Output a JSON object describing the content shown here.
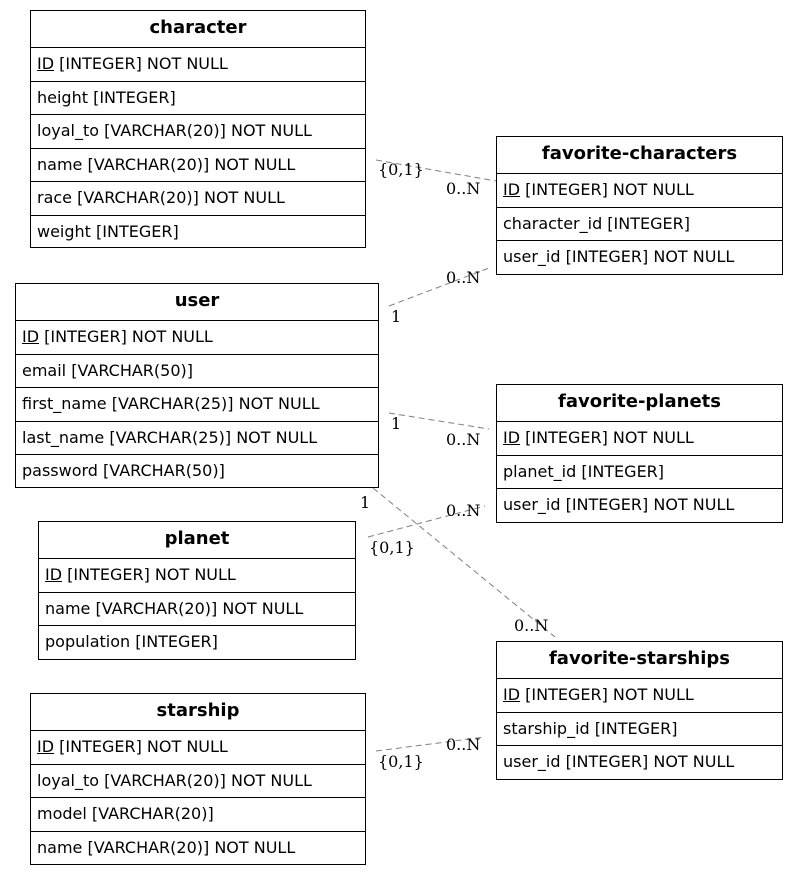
{
  "entities": {
    "character": {
      "title": "character",
      "attrs": [
        {
          "pk": "ID",
          "rest": " [INTEGER] NOT NULL"
        },
        {
          "text": "height [INTEGER]"
        },
        {
          "text": "loyal_to [VARCHAR(20)] NOT NULL"
        },
        {
          "text": "name [VARCHAR(20)] NOT NULL"
        },
        {
          "text": "race [VARCHAR(20)] NOT NULL"
        },
        {
          "text": "weight [INTEGER]"
        }
      ]
    },
    "user": {
      "title": "user",
      "attrs": [
        {
          "pk": "ID",
          "rest": " [INTEGER] NOT NULL"
        },
        {
          "text": "email [VARCHAR(50)]"
        },
        {
          "text": "first_name [VARCHAR(25)] NOT NULL"
        },
        {
          "text": "last_name [VARCHAR(25)] NOT NULL"
        },
        {
          "text": "password [VARCHAR(50)]"
        }
      ]
    },
    "planet": {
      "title": "planet",
      "attrs": [
        {
          "pk": "ID",
          "rest": " [INTEGER] NOT NULL"
        },
        {
          "text": "name [VARCHAR(20)] NOT NULL"
        },
        {
          "text": "population [INTEGER]"
        }
      ]
    },
    "starship": {
      "title": "starship",
      "attrs": [
        {
          "pk": "ID",
          "rest": " [INTEGER] NOT NULL"
        },
        {
          "text": "loyal_to [VARCHAR(20)] NOT NULL"
        },
        {
          "text": "model [VARCHAR(20)]"
        },
        {
          "text": "name [VARCHAR(20)] NOT NULL"
        }
      ]
    },
    "favorite_characters": {
      "title": "favorite-characters",
      "attrs": [
        {
          "pk": "ID",
          "rest": " [INTEGER] NOT NULL"
        },
        {
          "text": "character_id [INTEGER]"
        },
        {
          "text": "user_id [INTEGER] NOT NULL"
        }
      ]
    },
    "favorite_planets": {
      "title": "favorite-planets",
      "attrs": [
        {
          "pk": "ID",
          "rest": " [INTEGER] NOT NULL"
        },
        {
          "text": "planet_id [INTEGER]"
        },
        {
          "text": "user_id [INTEGER] NOT NULL"
        }
      ]
    },
    "favorite_starships": {
      "title": "favorite-starships",
      "attrs": [
        {
          "pk": "ID",
          "rest": " [INTEGER] NOT NULL"
        },
        {
          "text": "starship_id [INTEGER]"
        },
        {
          "text": "user_id [INTEGER] NOT NULL"
        }
      ]
    }
  },
  "relationships": [
    {
      "from": "character",
      "to": "favorite-characters",
      "from_card": "{0,1}",
      "to_card": "0..N"
    },
    {
      "from": "user",
      "to": "favorite-characters",
      "from_card": "1",
      "to_card": "0..N"
    },
    {
      "from": "user",
      "to": "favorite-planets",
      "from_card": "1",
      "to_card": "0..N"
    },
    {
      "from": "user",
      "to": "favorite-starships",
      "from_card": "1",
      "to_card": "0..N"
    },
    {
      "from": "planet",
      "to": "favorite-planets",
      "from_card": "{0,1}",
      "to_card": "0..N"
    },
    {
      "from": "starship",
      "to": "favorite-starships",
      "from_card": "{0,1}",
      "to_card": "0..N"
    }
  ],
  "colors": {
    "line": "#808080",
    "border": "#000000",
    "background": "#ffffff"
  }
}
